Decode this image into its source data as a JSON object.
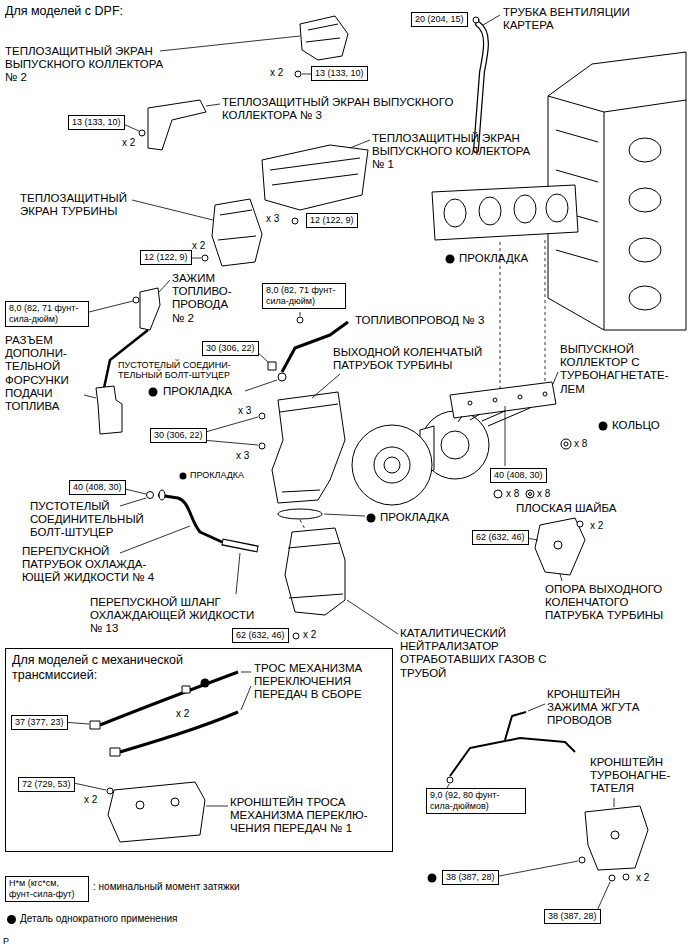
{
  "diagram": {
    "title": "Для моделей с DPF:",
    "nodes": [
      {
        "text": [
          "20 (204, 15)"
        ]
      },
      {
        "text": [
          "13 (133, 10)"
        ]
      },
      {
        "text": [
          "13 (133, 10)"
        ]
      },
      {
        "text": [
          "12 (122, 9)"
        ]
      },
      {
        "text": [
          "12 (122, 9)"
        ]
      },
      {
        "text": [
          "8,0 (82, 71 фунт-сила-дюйм)"
        ]
      },
      {
        "text": [
          "8,0 (82, 71 фунт-сила-дюйм)"
        ]
      },
      {
        "text": [
          "30 (306, 22)"
        ]
      },
      {
        "text": [
          "30 (306, 22)"
        ]
      },
      {
        "text": [
          "40 (408, 30)"
        ]
      },
      {
        "text": [
          "40 (408, 30)"
        ]
      },
      {
        "text": [
          "62 (632, 46)"
        ]
      },
      {
        "text": [
          "62 (632, 46)"
        ]
      },
      {
        "text": [
          "Для моделей с механической трансмиссией:"
        ]
      },
      {
        "text": [
          "37 (377, 23)"
        ],
        "in": 13
      },
      {
        "text": [
          "72 (729, 53)"
        ],
        "in": 13
      },
      {
        "text": [
          "9,0 (92, 80 фунт-сила-дюймов)"
        ]
      },
      {
        "text": [
          "38 (387, 28)"
        ]
      },
      {
        "text": [
          "Н*м (кгс*см, фунт-сила-фут)"
        ]
      },
      {
        "text": [
          "38 (387, 28)"
        ]
      }
    ],
    "labels": [
      "ТЕПЛОЗАЩИТНЫЙ ЭКРАН ВЫПУСКНОГО КОЛЛЕКТОРА № 2",
      "ТРУБКА ВЕНТИЛЯЦИИ КАРТЕРА",
      "x 2",
      "ТЕПЛОЗАЩИТНЫЙ ЭКРАН ВЫПУСКНОГО КОЛЛЕКТОРА № 3",
      "x 2",
      "ТЕПЛОЗАЩИТНЫЙ ЭКРАН ВЫПУСКНОГО КОЛЛЕКТОРА № 1",
      "ТЕПЛОЗАЩИТНЫЙ ЭКРАН ТУРБИНЫ",
      "x 3",
      "x 2",
      "ПРОКЛАДКА",
      "ЗАЖИМ ТОПЛИВО- ПРОВОДА № 2",
      "ТОПЛИВОПРОВОД № 3",
      "РАЗЪЕМ ДОПОЛНИ- ТЕЛЬНОЙ ФОРСУНКИ ПОДАЧИ ТОПЛИВА",
      "ВЫПУСКНОЙ КОЛЛЕКТОР С ТУРБОНАГНЕТАТЕ- ЛЕМ",
      "ВЫХОДНОЙ КОЛЕНЧАТЫЙ ПАТРУБОК ТУРБИНЫ",
      "ПУСТОТЕЛЫЙ СОЕДИНИ- ТЕЛЬНЫЙ БОЛТ-ШТУЦЕР",
      "ПРОКЛАДКА",
      "x 3",
      "КОЛЬЦО",
      "x 8",
      "x 3",
      "x 8",
      "x 8",
      "ПРОКЛАДКА",
      "ПЛОСКАЯ ШАЙБА",
      "ПУСТОТЕЛЫЙ СОЕДИНИТЕЛЬНЫЙ БОЛТ-ШТУЦЕР",
      "ПРОКЛАДКА",
      "x 2",
      "ПЕРЕПУСКНОЙ ПАТРУБОК ОХЛАЖДА- ЮЩЕЙ ЖИДКОСТИ № 4",
      "ОПОРА ВЫХОДНОГО КОЛЕНЧАТОГО ПАТРУБКА ТУРБИНЫ",
      "ПЕРЕПУСКНОЙ ШЛАНГ ОХЛАЖДАЮЩЕЙ ЖИДКОСТИ № 13",
      "x 2",
      "КАТАЛИТИЧЕСКИЙ НЕЙТРАЛИЗАТОР ОТРАБОТАВШИХ ГАЗОВ С ТРУБОЙ",
      "ТРОС МЕХАНИЗМА ПЕРЕКЛЮЧЕНИЯ ПЕРЕДАЧ В СБОРЕ",
      "КРОНШТЕЙН ЗАЖИМА ЖГУТА ПРОВОДОВ",
      "x 2",
      "КРОНШТЕЙН ТРОСА МЕХАНИЗМА ПЕРЕКЛЮ- ЧЕНИЯ ПЕРЕДАЧ № 1",
      "x 2",
      "КРОНШТЕЙН ТУРБОНАГНЕ- ТАТЕЛЯ",
      "x 2",
      "P"
    ],
    "legend": [
      {
        "text": ": номинальный момент затяжки"
      },
      {
        "text": "Деталь однократного применения"
      }
    ]
  }
}
